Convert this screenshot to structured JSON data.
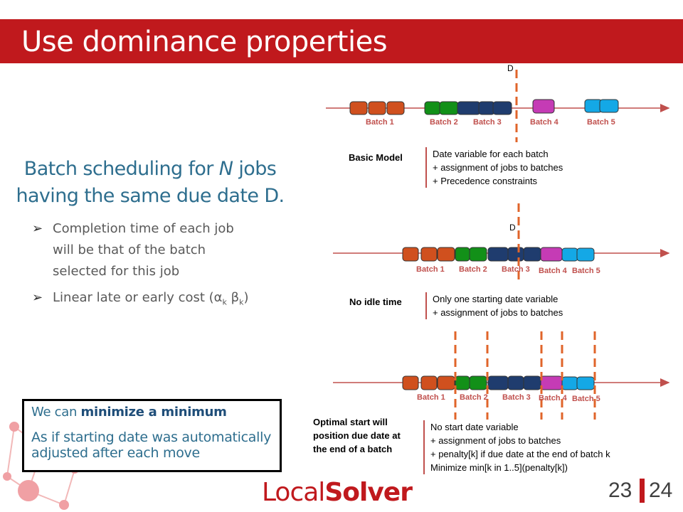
{
  "title": "Use dominance properties",
  "heading": {
    "line1_a": "Batch scheduling for ",
    "line1_n": "N",
    "line1_b": " jobs",
    "line2": "having the same due date D."
  },
  "bullets": [
    {
      "lines": [
        "Completion time of each job",
        "will be that of the batch",
        "selected for this job"
      ]
    },
    {
      "text_a": "Linear late or early cost (",
      "alpha": "α",
      "sub_k1": "k",
      "beta": "β",
      "sub_k2": "k",
      "text_b": ")"
    }
  ],
  "box": {
    "line1_a": "We can ",
    "line1_b": "minimize a minimum",
    "line2": "As if starting date was automatically",
    "line3": "adjusted after each move"
  },
  "due_label": "D",
  "models": [
    {
      "name": "Basic Model",
      "desc": [
        "Date variable for each batch",
        "+ assignment of jobs to batches",
        "+ Precedence constraints"
      ]
    },
    {
      "name": "No idle time",
      "desc": [
        "Only one starting date variable",
        "+ assignment of jobs to batches"
      ]
    },
    {
      "name_lines": [
        "Optimal start will",
        "position due date at",
        "the end of a batch"
      ],
      "desc": [
        "No start date variable",
        "+ assignment of jobs to batches",
        "+ penalty[k] if due date at the end of batch k",
        "Minimize min[k in 1..5](penalty[k])"
      ]
    }
  ],
  "rows": [
    {
      "batch_labels": [
        "Batch 1",
        "Batch 2",
        "Batch 3",
        "Batch 4",
        "Batch 5"
      ]
    },
    {
      "batch_labels": [
        "Batch 1",
        "Batch 2",
        "Batch 3",
        "Batch 4",
        "Batch 5"
      ]
    },
    {
      "batch_labels": [
        "Batch 1",
        "Batch 2",
        "Batch 3",
        "Batch 4",
        "Batch 5"
      ]
    }
  ],
  "colors": {
    "title_bar": "#c0191d",
    "accent_text": "#2e6e8e",
    "batch1": "#d0501e",
    "batch2": "#129018",
    "batch3": "#1f3c6e",
    "batch4": "#c53bb5",
    "batch5": "#14a8e6",
    "timeline": "#c0504d",
    "due_line": "#e0642a"
  },
  "logo": {
    "part1": "Local",
    "part2": "Solver"
  },
  "page": {
    "current": "23",
    "total": "24"
  }
}
